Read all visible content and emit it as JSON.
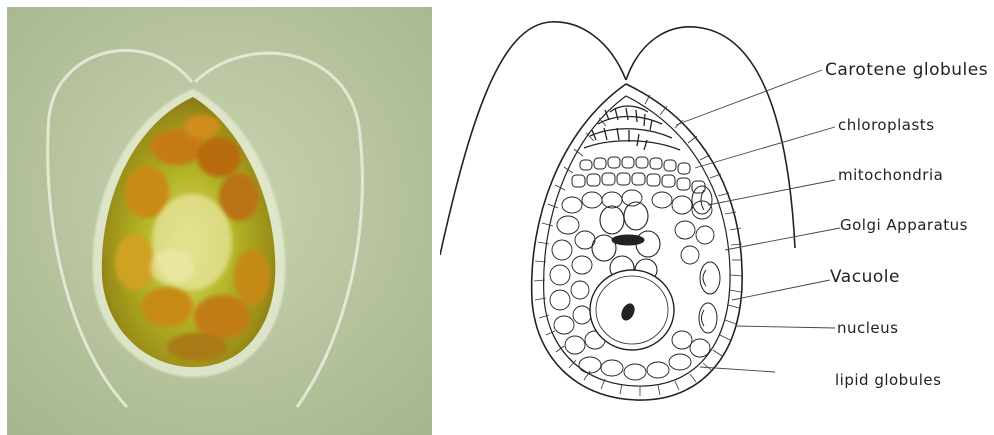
{
  "diagram": {
    "labels": [
      {
        "id": "carotene",
        "text": "Carotene globules"
      },
      {
        "id": "chloroplasts",
        "text": "chloroplasts"
      },
      {
        "id": "mitochondria",
        "text": "mitochondria"
      },
      {
        "id": "golgi",
        "text": "Golgi Apparatus"
      },
      {
        "id": "vacuole",
        "text": "Vacuole"
      },
      {
        "id": "nucleus",
        "text": "nucleus"
      },
      {
        "id": "lipid",
        "text": "lipid globules"
      }
    ]
  },
  "colors": {
    "photo_background": "#b9c6a0",
    "cell_green": "#a7a81e",
    "cell_orange": "#c07a14",
    "ink": "#222222"
  }
}
